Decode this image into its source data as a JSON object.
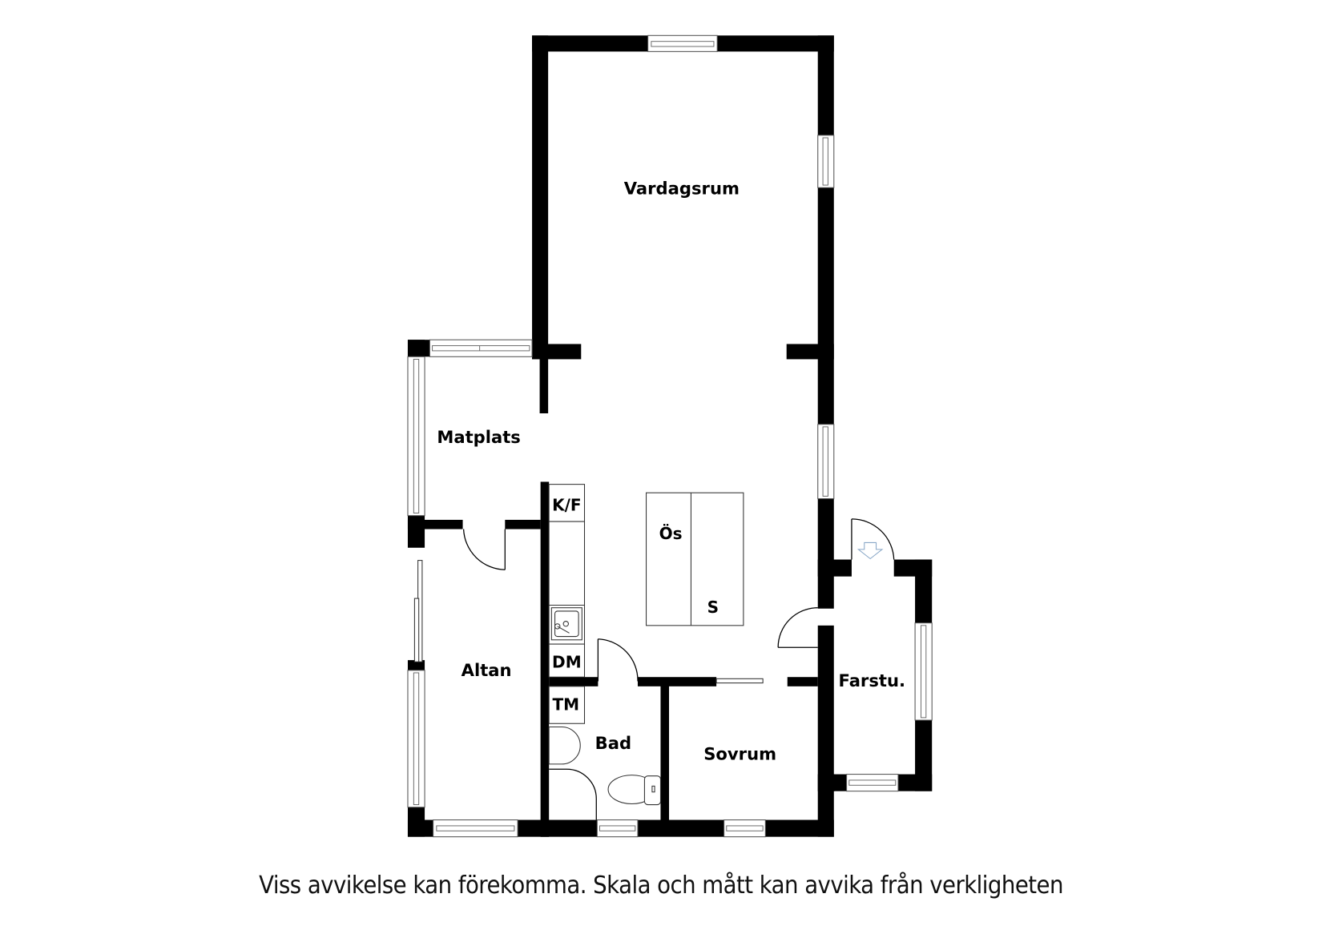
{
  "floorplan": {
    "rooms": [
      {
        "id": "vardagsrum",
        "label": "Vardagsrum"
      },
      {
        "id": "matplats",
        "label": "Matplats"
      },
      {
        "id": "altan",
        "label": "Altan"
      },
      {
        "id": "bad",
        "label": "Bad"
      },
      {
        "id": "sovrum",
        "label": "Sovrum"
      },
      {
        "id": "farstu",
        "label": "Farstu."
      }
    ],
    "fixtures": [
      {
        "id": "kf",
        "label": "K/F"
      },
      {
        "id": "dm",
        "label": "DM"
      },
      {
        "id": "tm",
        "label": "TM"
      },
      {
        "id": "os",
        "label": "Ös"
      },
      {
        "id": "s",
        "label": "S"
      }
    ],
    "entrance_icon": "entrance-arrow-icon",
    "colors": {
      "wall": "#000000",
      "background": "#ffffff",
      "entrance_arrow": "#8aa8c8"
    }
  },
  "caption": "Viss avvikelse kan förekomma. Skala och mått kan avvika från verkligheten"
}
